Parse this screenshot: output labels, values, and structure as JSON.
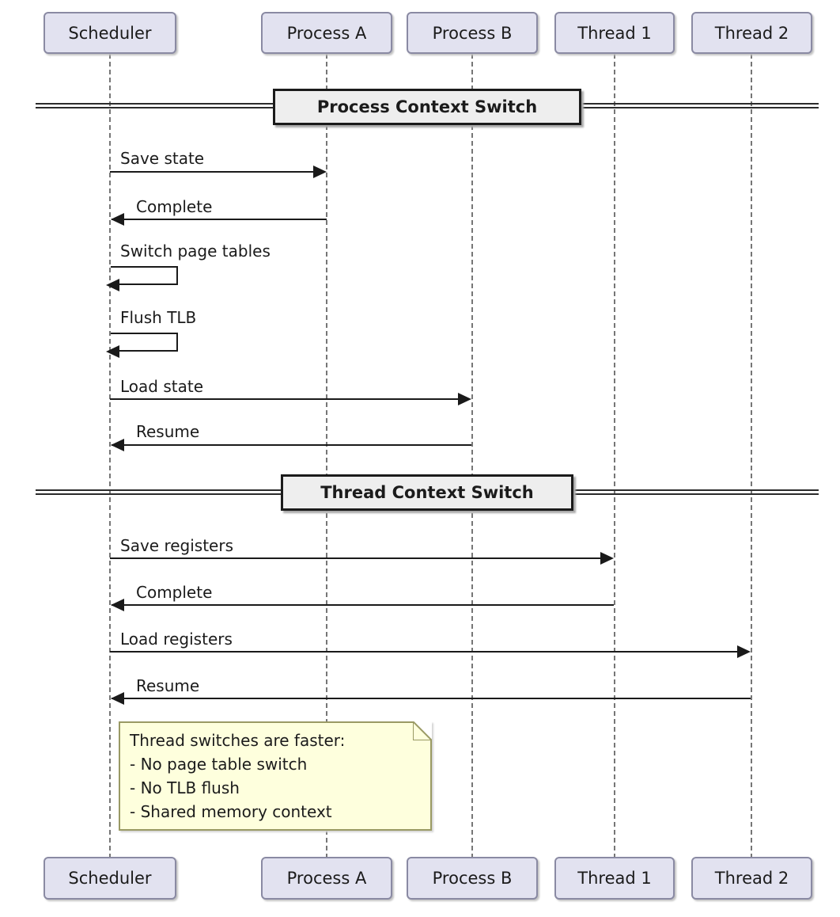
{
  "diagram_type": "sequence",
  "participants": [
    {
      "label": "Scheduler"
    },
    {
      "label": "Process A"
    },
    {
      "label": "Process B"
    },
    {
      "label": "Thread 1"
    },
    {
      "label": "Thread 2"
    }
  ],
  "dividers": [
    {
      "label": "Process Context Switch"
    },
    {
      "label": "Thread Context Switch"
    }
  ],
  "messages": [
    {
      "label": "Save state",
      "from": "Scheduler",
      "to": "Process A",
      "kind": "arrow-right"
    },
    {
      "label": "Complete",
      "from": "Process A",
      "to": "Scheduler",
      "kind": "arrow-left"
    },
    {
      "label": "Switch page tables",
      "from": "Scheduler",
      "to": "Scheduler",
      "kind": "self"
    },
    {
      "label": "Flush TLB",
      "from": "Scheduler",
      "to": "Scheduler",
      "kind": "self"
    },
    {
      "label": "Load state",
      "from": "Scheduler",
      "to": "Process B",
      "kind": "arrow-right"
    },
    {
      "label": "Resume",
      "from": "Process B",
      "to": "Scheduler",
      "kind": "arrow-left"
    },
    {
      "label": "Save registers",
      "from": "Scheduler",
      "to": "Thread 1",
      "kind": "arrow-right"
    },
    {
      "label": "Complete",
      "from": "Thread 1",
      "to": "Scheduler",
      "kind": "arrow-left"
    },
    {
      "label": "Load registers",
      "from": "Scheduler",
      "to": "Thread 2",
      "kind": "arrow-right"
    },
    {
      "label": "Resume",
      "from": "Thread 2",
      "to": "Scheduler",
      "kind": "arrow-left"
    }
  ],
  "note": {
    "attached_to": "Scheduler",
    "lines": [
      "Thread switches are faster:",
      "- No page table switch",
      "- No TLB flush",
      "- Shared memory context"
    ]
  },
  "colors": {
    "participant_fill": "#E2E2F0",
    "participant_border": "#8A8AA3",
    "divider_fill": "#EEEEEE",
    "divider_border": "#1B1B1B",
    "note_fill": "#FEFFDD",
    "note_border": "#9A9A64",
    "line": "#1A1A1A",
    "lifeline": "#767676",
    "background": "#FFFFFF"
  }
}
